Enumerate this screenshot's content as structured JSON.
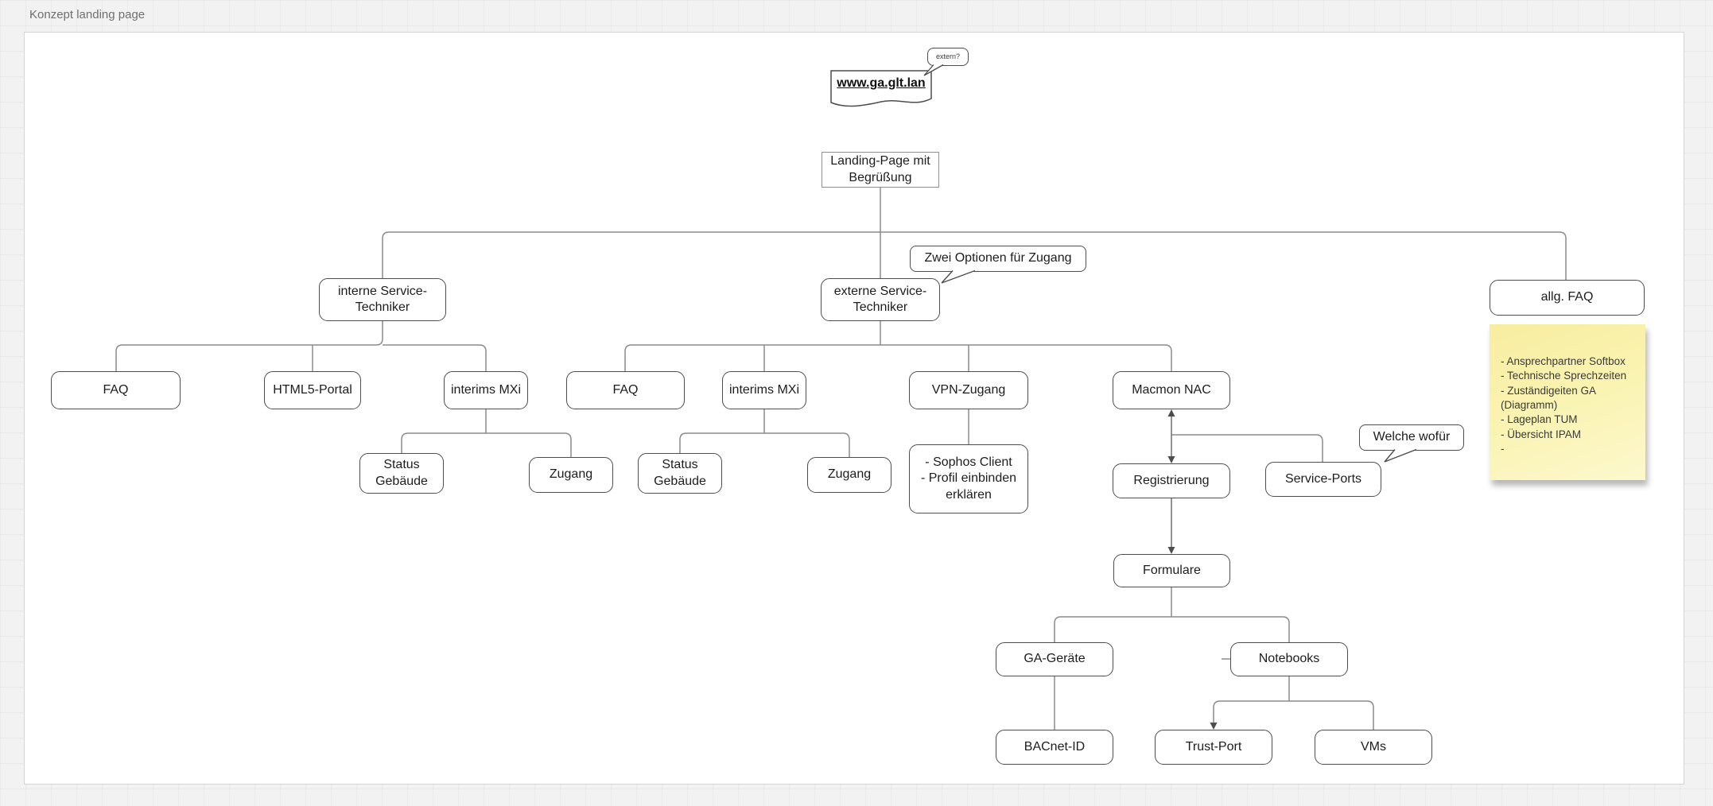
{
  "canvas": {
    "title": "Konzept landing page",
    "colors": {
      "canvas_bg": "#F2F2F2",
      "page_bg": "#FFFFFF",
      "note_bg": "#FAF3B0",
      "shape_border": "#4D4D4D",
      "connector": "#8C8C8C"
    }
  },
  "nodes": {
    "extern_callout": "extern?",
    "website": "www.ga.glt.lan",
    "landing": "Landing-Page mit Begrüßung",
    "zwei_optionen": "Zwei Optionen für Zugang",
    "interne": "interne Service-Techniker",
    "externe": "externe Service-Techniker",
    "allg_faq": "allg. FAQ",
    "faq_intern": "FAQ",
    "html5_portal": "HTML5-Portal",
    "interims_mxi_intern": "interims MXi",
    "faq_extern": "FAQ",
    "interims_mxi_extern": "interims MXi",
    "vpn_zugang": "VPN-Zugang",
    "macmon_nac": "Macmon NAC",
    "status_gebaeude_intern": "Status Gebäude",
    "zugang_intern": "Zugang",
    "status_gebaeude_extern": "Status Gebäude",
    "zugang_extern": "Zugang",
    "sophos": "- Sophos Client\n- Profil einbinden erklären",
    "registrierung": "Registrierung",
    "service_ports": "Service-Ports",
    "welche_wofuer": "Welche wofür",
    "formulare": "Formulare",
    "ga_geraete": "GA-Geräte",
    "notebooks": "Notebooks",
    "bacnet_id": "BACnet-ID",
    "trust_port": "Trust-Port",
    "vms": "VMs"
  },
  "note": {
    "lines": [
      "- Ansprechpartner Softbox",
      "- Technische Sprechzeiten",
      "- Zuständigeiten GA (Diagramm)",
      "- Lageplan TUM",
      "- Übersicht IPAM",
      "-"
    ]
  }
}
